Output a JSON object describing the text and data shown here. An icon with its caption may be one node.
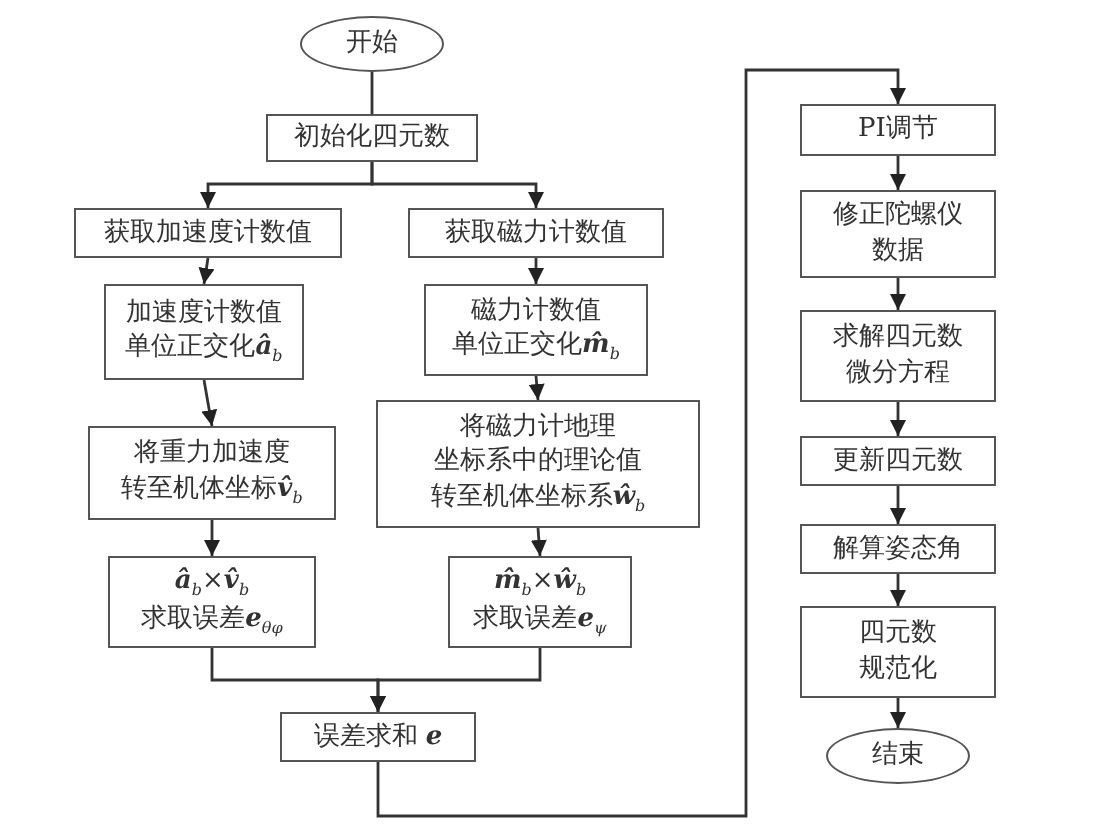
{
  "diagram": {
    "nodes": [
      {
        "text": [
          "开始"
        ]
      },
      {
        "text": [
          "初始化四元数"
        ]
      },
      {
        "text": [
          "获取加速度计数值"
        ]
      },
      {
        "text": [
          "获取磁力计数值"
        ]
      },
      {
        "text": [
          "加速度计数值单位正交化**â**$_{b}$"
        ]
      },
      {
        "text": [
          "磁力计数值单位正交化**m̂**$_{b}$"
        ]
      },
      {
        "text": [
          "将重力加速度转至机体坐标**v̂**$_{b}$"
        ]
      },
      {
        "text": [
          "将磁力计地理坐标系中的理论值转至机体坐标系**ŵ**$_{b}$"
        ]
      },
      {
        "text": [
          "**â**$_{b}$×**v̂**$_{b}$ 求取误差**e**$_{θφ}$"
        ]
      },
      {
        "text": [
          "**m̂**$_{b}$×**ŵ**$_{b}$ 求取误差**e**$_{ψ}$"
        ]
      },
      {
        "text": [
          "误差求和 **e**"
        ]
      },
      {
        "text": [
          "PI调节"
        ]
      },
      {
        "text": [
          "修正陀螺仪数据"
        ]
      },
      {
        "text": [
          "求解四元数微分方程"
        ]
      },
      {
        "text": [
          "更新四元数"
        ]
      },
      {
        "text": [
          "解算姿态角"
        ]
      },
      {
        "text": [
          "四元数规范化"
        ]
      },
      {
        "text": [
          "结束"
        ]
      }
    ],
    "edges": [
      {
        "from": 0,
        "to": 1,
        "arrow": "none"
      },
      {
        "from": 1,
        "to": 2,
        "arrow": "to"
      },
      {
        "from": 1,
        "to": 3,
        "arrow": "to"
      },
      {
        "from": 2,
        "to": 4,
        "arrow": "to"
      },
      {
        "from": 4,
        "to": 6,
        "arrow": "to"
      },
      {
        "from": 6,
        "to": 8,
        "arrow": "to"
      },
      {
        "from": 3,
        "to": 5,
        "arrow": "to"
      },
      {
        "from": 5,
        "to": 7,
        "arrow": "to"
      },
      {
        "from": 7,
        "to": 9,
        "arrow": "to"
      },
      {
        "from": 8,
        "to": 10,
        "arrow": "to"
      },
      {
        "from": 9,
        "to": 10,
        "arrow": "to"
      },
      {
        "from": 10,
        "to": 11,
        "arrow": "to"
      },
      {
        "from": 11,
        "to": 12,
        "arrow": "to"
      },
      {
        "from": 12,
        "to": 13,
        "arrow": "to"
      },
      {
        "from": 13,
        "to": 14,
        "arrow": "to"
      },
      {
        "from": 14,
        "to": 15,
        "arrow": "to"
      },
      {
        "from": 15,
        "to": 16,
        "arrow": "to"
      },
      {
        "from": 16,
        "to": 17,
        "arrow": "to"
      }
    ]
  }
}
